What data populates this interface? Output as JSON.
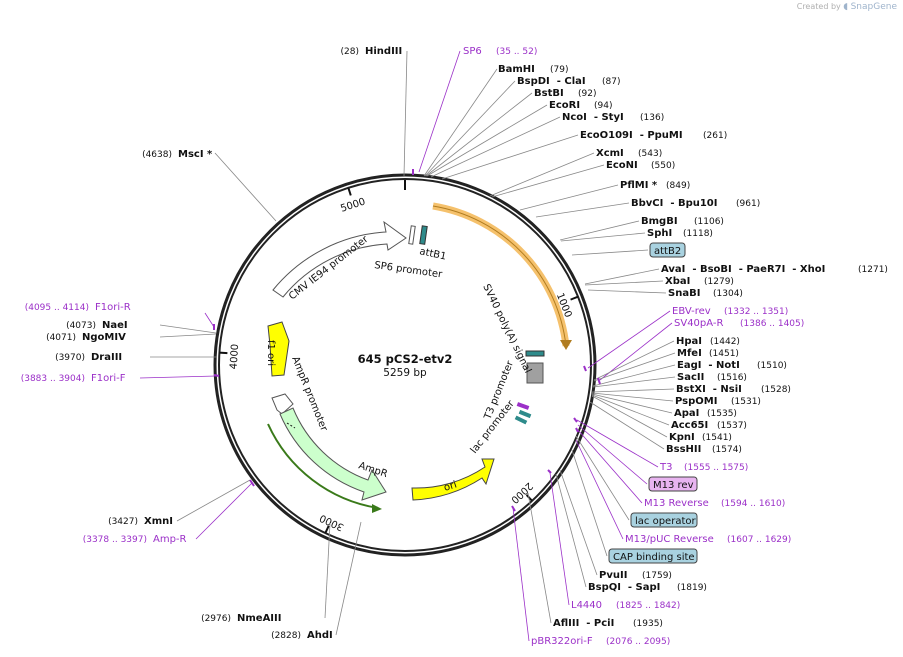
{
  "watermark": {
    "prefix": "Created by",
    "brand": "SnapGene"
  },
  "plasmid": {
    "name": "645 pCS2-etv2",
    "length_label": "5259 bp",
    "length": 5259
  },
  "ticks": [
    {
      "pos": 1000,
      "label": "1000"
    },
    {
      "pos": 2000,
      "label": "2000"
    },
    {
      "pos": 3000,
      "label": "3000"
    },
    {
      "pos": 4000,
      "label": "4000"
    },
    {
      "pos": 5000,
      "label": "5000"
    }
  ],
  "features": [
    {
      "name": "SV40 poly(A) signal",
      "label": "SV40 poly(A) signal",
      "type": "polyA"
    },
    {
      "name": "T3 promoter",
      "label": "T3 promoter",
      "type": "promoter"
    },
    {
      "name": "lac promoter",
      "label": "lac promoter",
      "type": "promoter"
    },
    {
      "name": "ori",
      "label": "ori",
      "type": "rep_origin",
      "color": "#ffff00"
    },
    {
      "name": "AmpR",
      "label": "AmpR",
      "type": "cds",
      "color": "#ccffcc"
    },
    {
      "name": "AmpR promoter",
      "label": "AmpR promoter",
      "type": "promoter"
    },
    {
      "name": "f1 ori",
      "label": "f1 ori",
      "type": "rep_origin",
      "color": "#ffff00"
    },
    {
      "name": "CMV IE94 promoter",
      "label": "CMV IE94 promoter",
      "type": "promoter"
    },
    {
      "name": "SP6 promoter",
      "label": "SP6 promoter",
      "type": "promoter"
    },
    {
      "name": "attB1",
      "label": "attB1",
      "type": "misc"
    }
  ],
  "right_labels": [
    {
      "name": "SP6",
      "pos": "(35 .. 52)",
      "kind": "primer"
    },
    {
      "name": "BamHI",
      "pos": "(79)",
      "kind": "enzyme"
    },
    {
      "name": "BspDI  - ClaI",
      "pos": "(87)",
      "kind": "enzyme"
    },
    {
      "name": "BstBI",
      "pos": "(92)",
      "kind": "enzyme"
    },
    {
      "name": "EcoRI",
      "pos": "(94)",
      "kind": "enzyme"
    },
    {
      "name": "NcoI  - StyI",
      "pos": "(136)",
      "kind": "enzyme"
    },
    {
      "name": "EcoO109I  - PpuMI",
      "pos": "(261)",
      "kind": "enzyme"
    },
    {
      "name": "XcmI",
      "pos": "(543)",
      "kind": "enzyme"
    },
    {
      "name": "EcoNI",
      "pos": "(550)",
      "kind": "enzyme"
    },
    {
      "name": "PflMI *",
      "pos": "(849)",
      "kind": "enzyme"
    },
    {
      "name": "BbvCI  - Bpu10I",
      "pos": "(961)",
      "kind": "enzyme"
    },
    {
      "name": "BmgBI",
      "pos": "(1106)",
      "kind": "enzyme"
    },
    {
      "name": "SphI",
      "pos": "(1118)",
      "kind": "enzyme"
    },
    {
      "name": "attB2",
      "pos": "",
      "kind": "feature_box"
    },
    {
      "name": "AvaI  - BsoBI  - PaeR7I  - XhoI",
      "pos": "(1271)",
      "kind": "enzyme"
    },
    {
      "name": "XbaI",
      "pos": "(1279)",
      "kind": "enzyme"
    },
    {
      "name": "SnaBI",
      "pos": "(1304)",
      "kind": "enzyme"
    },
    {
      "name": "EBV-rev",
      "pos": "(1332 .. 1351)",
      "kind": "primer"
    },
    {
      "name": "SV40pA-R",
      "pos": "(1386 .. 1405)",
      "kind": "primer"
    },
    {
      "name": "HpaI",
      "pos": "(1442)",
      "kind": "enzyme"
    },
    {
      "name": "MfeI",
      "pos": "(1451)",
      "kind": "enzyme"
    },
    {
      "name": "EagI  - NotI",
      "pos": "(1510)",
      "kind": "enzyme"
    },
    {
      "name": "SacII",
      "pos": "(1516)",
      "kind": "enzyme"
    },
    {
      "name": "BstXI  - NsiI",
      "pos": "(1528)",
      "kind": "enzyme"
    },
    {
      "name": "PspOMI",
      "pos": "(1531)",
      "kind": "enzyme"
    },
    {
      "name": "ApaI",
      "pos": "(1535)",
      "kind": "enzyme"
    },
    {
      "name": "Acc65I",
      "pos": "(1537)",
      "kind": "enzyme"
    },
    {
      "name": "KpnI",
      "pos": "(1541)",
      "kind": "enzyme"
    },
    {
      "name": "BssHII",
      "pos": "(1574)",
      "kind": "enzyme"
    },
    {
      "name": "T3",
      "pos": "(1555 .. 1575)",
      "kind": "primer"
    },
    {
      "name": "M13 rev",
      "pos": "",
      "kind": "primer_box"
    },
    {
      "name": "M13 Reverse",
      "pos": "(1594 .. 1610)",
      "kind": "primer"
    },
    {
      "name": "lac operator",
      "pos": "",
      "kind": "feature_box"
    },
    {
      "name": "M13/pUC Reverse",
      "pos": "(1607 .. 1629)",
      "kind": "primer"
    },
    {
      "name": "CAP binding site",
      "pos": "",
      "kind": "feature_box"
    },
    {
      "name": "PvuII",
      "pos": "(1759)",
      "kind": "enzyme"
    },
    {
      "name": "BspQI  - SapI",
      "pos": "(1819)",
      "kind": "enzyme"
    },
    {
      "name": "L4440",
      "pos": "(1825 .. 1842)",
      "kind": "primer"
    },
    {
      "name": "AflIII  - PciI",
      "pos": "(1935)",
      "kind": "enzyme"
    },
    {
      "name": "pBR322ori-F",
      "pos": "(2076 .. 2095)",
      "kind": "primer"
    }
  ],
  "left_labels": [
    {
      "name": "HindIII",
      "pos": "(28)",
      "kind": "enzyme"
    },
    {
      "name": "MscI *",
      "pos": "(4638)",
      "kind": "enzyme"
    },
    {
      "name": "F1ori-R",
      "pos": "(4095 .. 4114)",
      "kind": "primer"
    },
    {
      "name": "NaeI",
      "pos": "(4073)",
      "kind": "enzyme"
    },
    {
      "name": "NgoMIV",
      "pos": "(4071)",
      "kind": "enzyme"
    },
    {
      "name": "DraIII",
      "pos": "(3970)",
      "kind": "enzyme"
    },
    {
      "name": "F1ori-F",
      "pos": "(3883 .. 3904)",
      "kind": "primer"
    },
    {
      "name": "XmnI",
      "pos": "(3427)",
      "kind": "enzyme"
    },
    {
      "name": "Amp-R",
      "pos": "(3378 .. 3397)",
      "kind": "primer"
    },
    {
      "name": "NmeAIII",
      "pos": "(2976)",
      "kind": "enzyme"
    },
    {
      "name": "AhdI",
      "pos": "(2828)",
      "kind": "enzyme"
    }
  ],
  "colors": {
    "enzyme": "#111111",
    "primer": "#9b30c8",
    "feature_box": "#a9d2e0",
    "primer_box": "#e8b4f0",
    "ori": "#ffff00",
    "ampr": "#ccffcc",
    "sv40": "#f5c16c"
  }
}
